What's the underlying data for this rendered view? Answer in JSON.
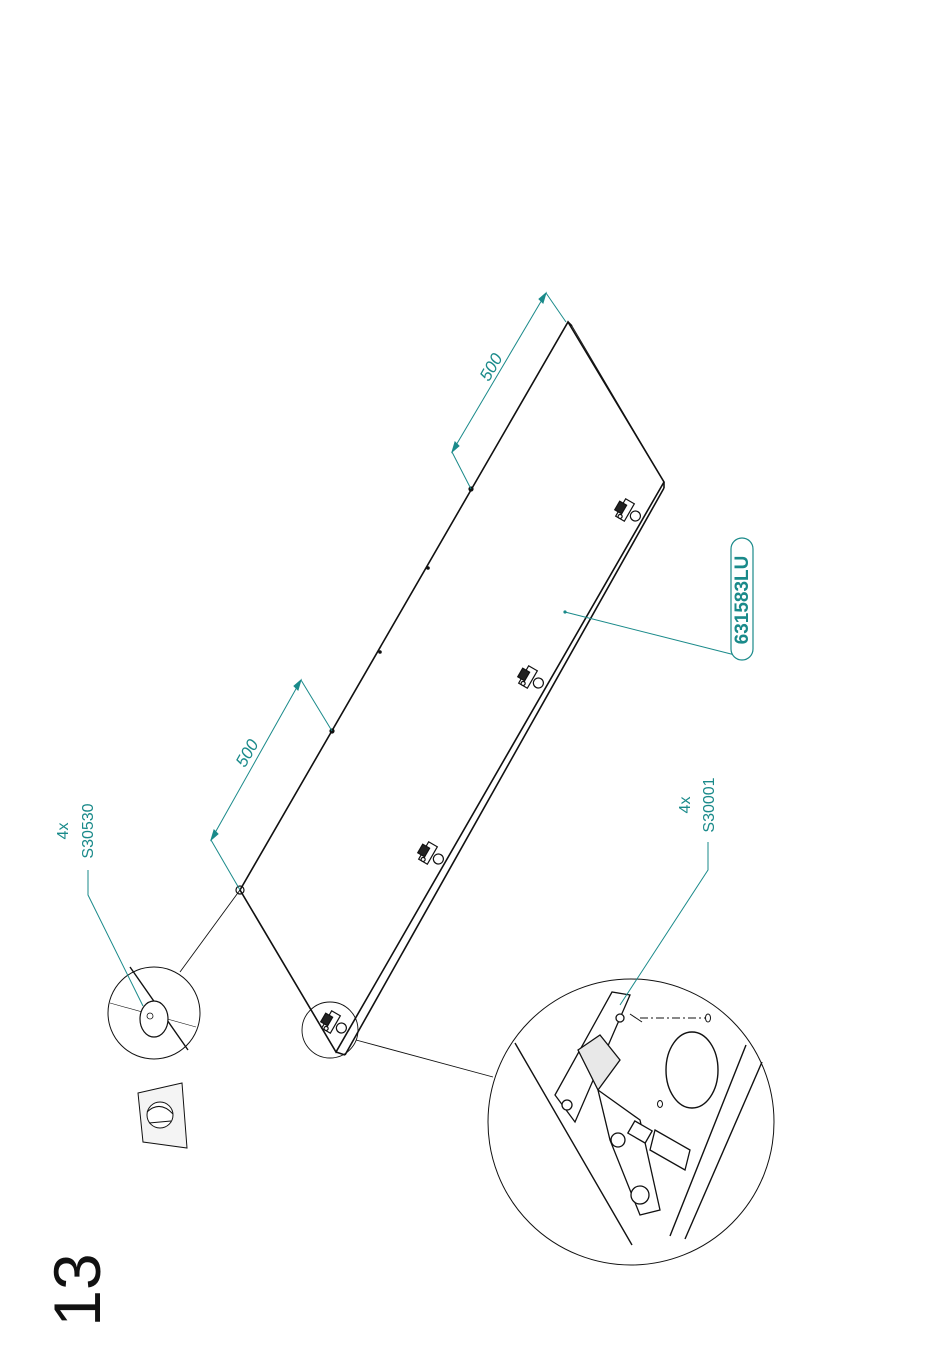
{
  "step": {
    "number": "13"
  },
  "part": {
    "code": "631583LU"
  },
  "dimensions": {
    "top": "500",
    "bottom": "500"
  },
  "callouts": {
    "cam": {
      "qty": "4x",
      "code": "S30530"
    },
    "hinge": {
      "qty": "4x",
      "code": "S30001"
    }
  },
  "colors": {
    "accent": "#1a8a8a",
    "line": "#111111"
  }
}
